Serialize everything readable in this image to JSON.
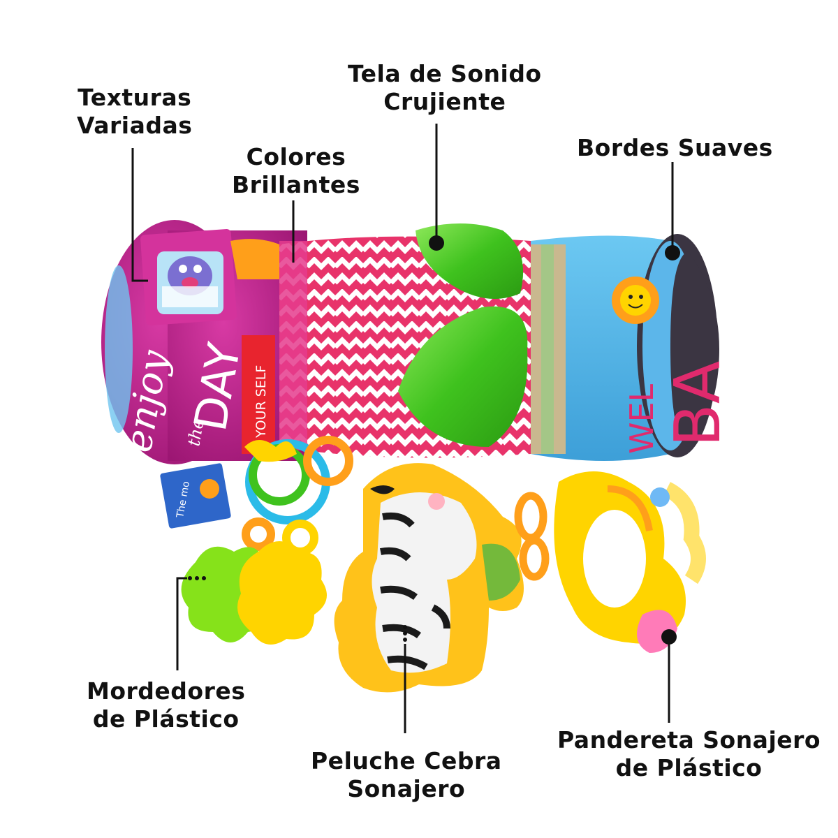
{
  "labels": {
    "texturas": [
      "Texturas",
      "Variadas"
    ],
    "tela": [
      "Tela de Sonido",
      "Crujiente"
    ],
    "colores": [
      "Colores",
      "Brillantes"
    ],
    "bordes": [
      "Bordes Suaves"
    ],
    "mordedores": [
      "Mordedores",
      "de Plástico"
    ],
    "peluche": [
      "Peluche Cebra",
      "Sonajero"
    ],
    "pandereta": [
      "Pandereta Sonajero",
      "de Plástico"
    ]
  },
  "toy_print": {
    "enjoy": "enjoy",
    "the": "the",
    "day": "DAY",
    "yourself": "E YOUR SELF",
    "ba": "BA",
    "wel": "WEL",
    "tag": "The mo"
  },
  "colors": {
    "magenta": "#c0218c",
    "pink_zigzag": "#e8336a",
    "green_satin": "#4cc92a",
    "blue_panel": "#4fb3e8",
    "yellow": "#ffd400",
    "orange": "#ff9f1a",
    "dark_end": "#3b3542",
    "dot": "#111111"
  }
}
